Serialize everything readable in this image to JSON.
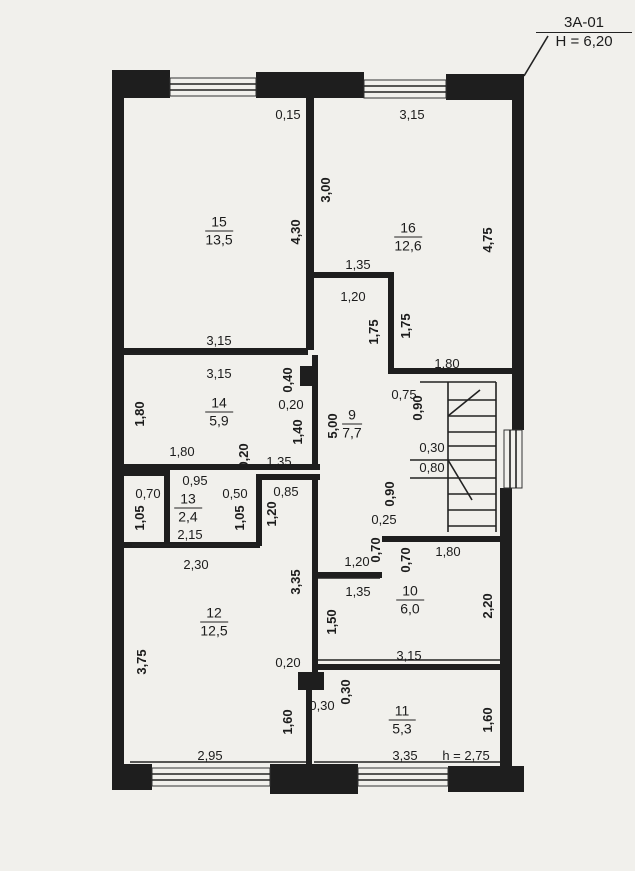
{
  "stamp": {
    "code": "3A-01",
    "height": "H = 6,20"
  },
  "rooms": [
    {
      "id": "15",
      "num": "15",
      "area": "13,5"
    },
    {
      "id": "16",
      "num": "16",
      "area": "12,6"
    },
    {
      "id": "14",
      "num": "14",
      "area": "5,9"
    },
    {
      "id": "9",
      "num": "9",
      "area": "7,7"
    },
    {
      "id": "13",
      "num": "13",
      "area": "2,4"
    },
    {
      "id": "12",
      "num": "12",
      "area": "12,5"
    },
    {
      "id": "10",
      "num": "10",
      "area": "6,0"
    },
    {
      "id": "11",
      "num": "11",
      "area": "5,3"
    }
  ],
  "dimensions": {
    "d015": "0,15",
    "d315a": "3,15",
    "d300": "3,00",
    "d430": "4,30",
    "d475": "4,75",
    "d135a": "1,35",
    "d120a": "1,20",
    "d175a": "1,75",
    "d175b": "1,75",
    "d180a": "1,80",
    "d315b": "3,15",
    "d315c": "3,15",
    "d040": "0,40",
    "d020a": "0,20",
    "d075": "0,75",
    "d090a": "0,90",
    "d180b": "1,80",
    "d140": "1,40",
    "d500": "5,00",
    "d030a": "0,30",
    "d080": "0,80",
    "d180c": "1,80",
    "d020b": "0,20",
    "d135b": "1,35",
    "d095": "0,95",
    "d070a": "0,70",
    "d050": "0,50",
    "d085": "0,85",
    "d105a": "1,05",
    "d105b": "1,05",
    "d120b": "1,20",
    "d215": "2,15",
    "d230": "2,30",
    "d090b": "0,90",
    "d025": "0,25",
    "d120c": "1,20",
    "d070b": "0,70",
    "d070c": "0,70",
    "d180d": "1,80",
    "d335": "3,35",
    "d135c": "1,35",
    "d150": "1,50",
    "d220": "2,20",
    "d375": "3,75",
    "d020c": "0,20",
    "d315d": "3,15",
    "d030b": "0,30",
    "d030c": "0,30",
    "d160a": "1,60",
    "d160b": "1,60",
    "d295": "2,95",
    "d335b": "3,35",
    "hnote": "h = 2,75"
  }
}
